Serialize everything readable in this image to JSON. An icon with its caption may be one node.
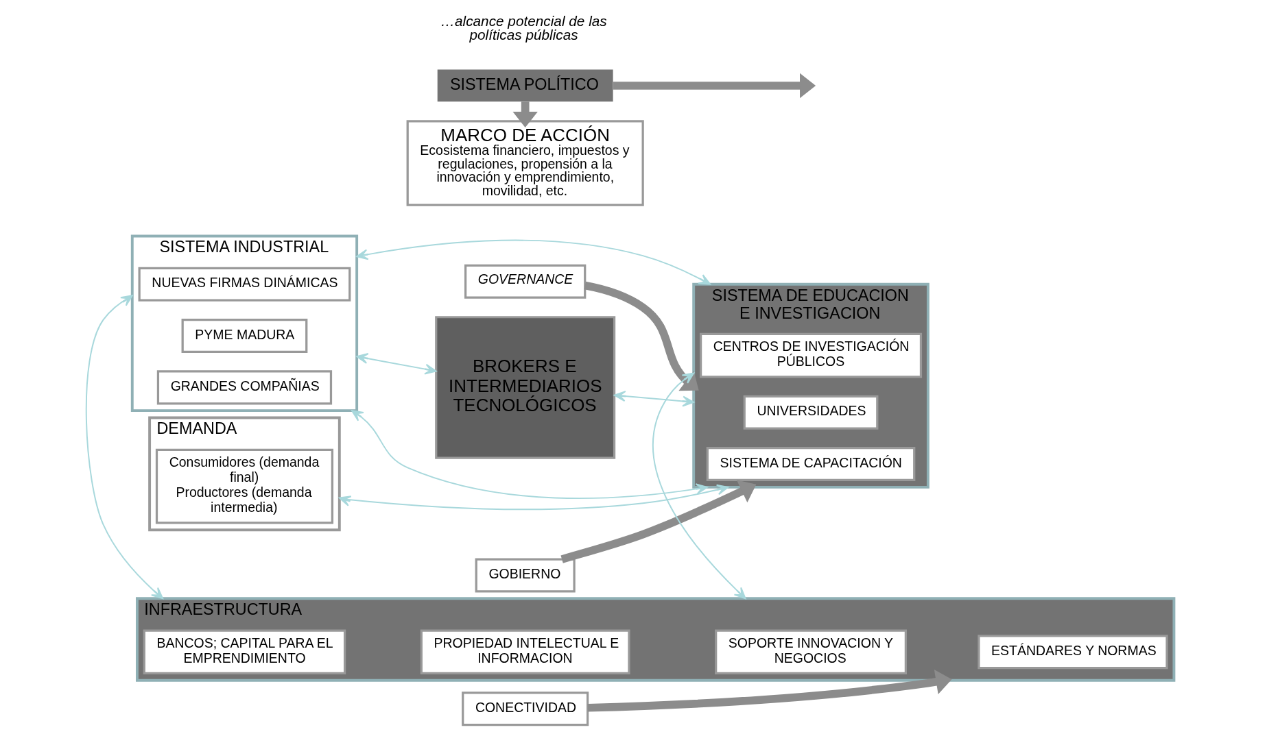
{
  "diagram": {
    "nodes": [
      {
        "text": [
          "DEMANDA"
        ]
      },
      {
        "text": [
          "Consumidores (demanda final)",
          "Productores (demanda intermedia)"
        ],
        "in": 0
      },
      {
        "text": [
          "MARCO DE ACCIÓN",
          "Ecosistema financiero, impuestos y regulaciones, propensión a la innovación y emprendimiento, movilidad, etc."
        ]
      },
      {
        "text": [
          "SISTEMA INDUSTRIAL"
        ]
      },
      {
        "text": [
          "GRANDES COMPAÑIAS"
        ],
        "in": 3
      },
      {
        "text": [
          "PYME MADURA"
        ],
        "in": 3
      },
      {
        "text": [
          "NUEVAS FIRMAS DINÁMICAS"
        ],
        "in": 3
      },
      {
        "text": [
          "BROKERS E INTERMEDIARIOS TECNOLÓGICOS"
        ]
      },
      {
        "text": [
          "SISTEMA DE EDUCACION E INVESTIGACION"
        ]
      },
      {
        "text": [
          "SISTEMA DE CAPACITACIÓN"
        ],
        "in": 8
      },
      {
        "text": [
          "UNIVERSIDADES"
        ],
        "in": 8
      },
      {
        "text": [
          "CENTROS DE INVESTIGACIÓN PÚBLICOS"
        ],
        "in": 8
      },
      {
        "text": [
          "SISTEMA POLÍTICO"
        ]
      },
      {
        "text": [
          "GOBIERNO"
        ]
      },
      {
        "text": [
          "GOVERNANCE"
        ]
      },
      {
        "text": [
          "CONECTIVIDAD"
        ]
      },
      {
        "text": [
          "INFRAESTRUCTURA"
        ]
      },
      {
        "text": [
          "BANCOS; CAPITAL PARA EL EMPRENDIMIENTO"
        ],
        "in": 16
      },
      {
        "text": [
          "PROPIEDAD INTELECTUAL E INFORMACION"
        ],
        "in": 16
      },
      {
        "text": [
          "SOPORTE INNOVACION Y NEGOCIOS"
        ],
        "in": 16
      },
      {
        "text": [
          "ESTÁNDARES Y NORMAS"
        ],
        "in": 16
      }
    ],
    "edges": [
      {
        "from": 0,
        "to": 8,
        "arrow": "both"
      },
      {
        "from": 3,
        "to": 8,
        "arrow": "both"
      },
      {
        "from": 3,
        "to": 7,
        "arrow": "both"
      },
      {
        "from": 7,
        "to": 8,
        "arrow": "both"
      },
      {
        "from": 3,
        "to": 8,
        "arrow": "both"
      },
      {
        "from": 3,
        "to": 16,
        "arrow": "both"
      },
      {
        "from": 8,
        "to": 16,
        "arrow": "both"
      },
      {
        "from": 12,
        "to": null,
        "arrow": "to",
        "style": "thick",
        "color": "#8c8c8c"
      },
      {
        "from": 12,
        "to": 2,
        "arrow": "to",
        "style": "thick",
        "color": "#8c8c8c"
      },
      {
        "from": 13,
        "to": 8,
        "arrow": "to",
        "style": "thick",
        "color": "#8c8c8c"
      },
      {
        "from": 14,
        "to": 8,
        "arrow": "to",
        "style": "thick",
        "color": "#8c8c8c"
      },
      {
        "from": 15,
        "to": 16,
        "arrow": "to",
        "style": "thick",
        "color": "#8c8c8c"
      }
    ],
    "labels": [
      "…alcance potencial de las políticas públicas"
    ]
  }
}
